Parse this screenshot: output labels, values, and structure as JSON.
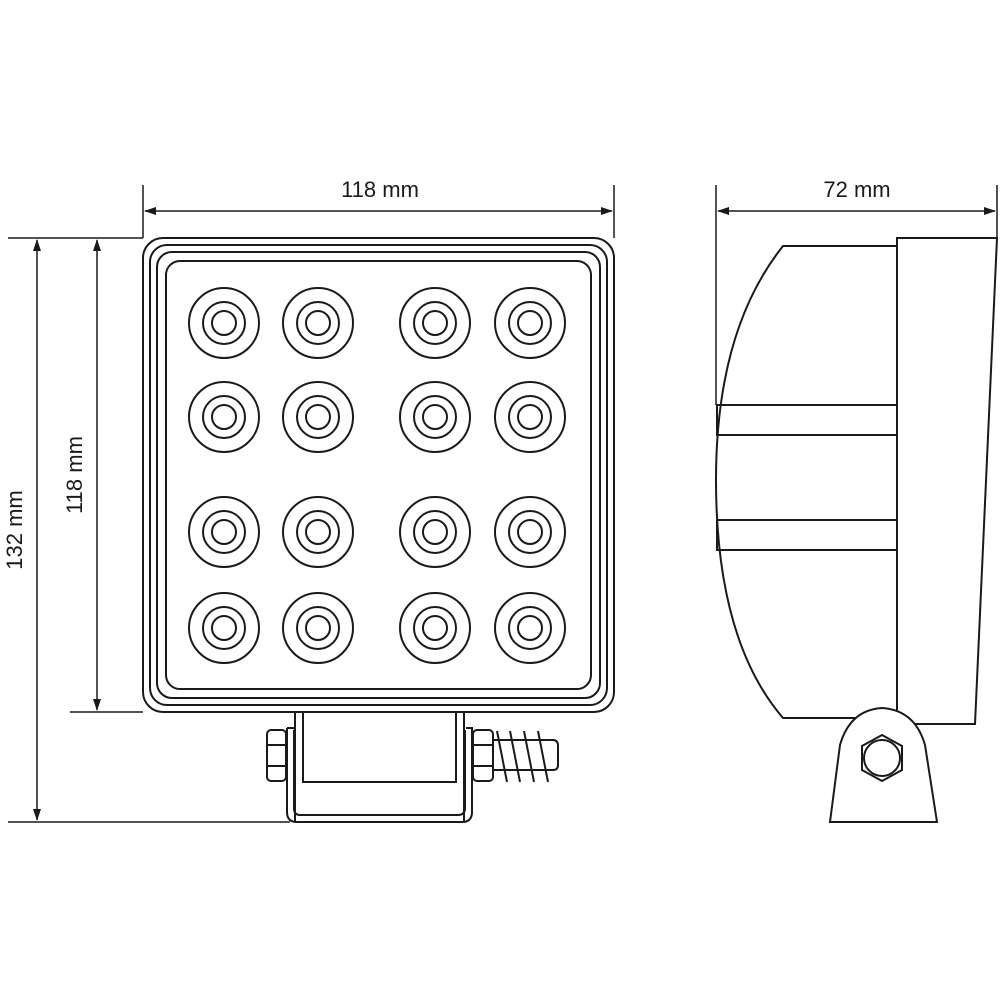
{
  "dimensions": {
    "front_width": "118 mm",
    "side_depth": "72 mm",
    "total_height": "132 mm",
    "body_height": "118 mm"
  },
  "led_grid": {
    "rows": 4,
    "columns": 4
  },
  "colors": {
    "line": "#1a1a1a",
    "background": "#ffffff"
  }
}
